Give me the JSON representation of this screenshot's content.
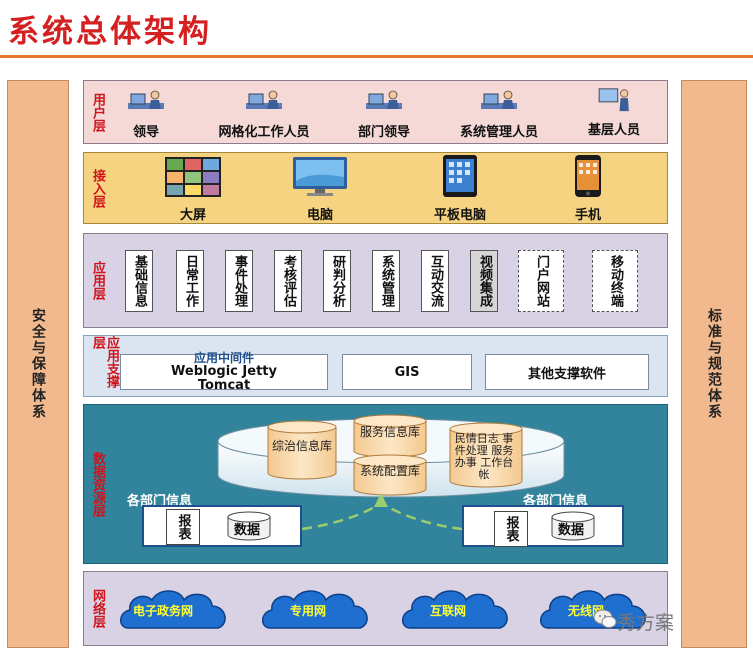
{
  "page": {
    "title": "系统总体架构"
  },
  "sides": {
    "left": "安全与保障体系",
    "right": "标准与规范体系"
  },
  "layers": {
    "user": {
      "label": "用户层",
      "items": [
        {
          "label": "领导"
        },
        {
          "label": "网格化工作人员"
        },
        {
          "label": "部门领导"
        },
        {
          "label": "系统管理人员"
        },
        {
          "label": "基层人员"
        }
      ]
    },
    "access": {
      "label": "接入层",
      "items": [
        {
          "label": "大屏",
          "icon": "big-screen-icon"
        },
        {
          "label": "电脑",
          "icon": "computer-monitor-icon"
        },
        {
          "label": "平板电脑",
          "icon": "tablet-icon"
        },
        {
          "label": "手机",
          "icon": "mobile-phone-icon"
        }
      ]
    },
    "app": {
      "label": "应用层",
      "items": [
        {
          "label": "基础信息"
        },
        {
          "label": "日常工作"
        },
        {
          "label": "事件处理"
        },
        {
          "label": "考核评估"
        },
        {
          "label": "研判分析"
        },
        {
          "label": "系统管理"
        },
        {
          "label": "互动交流"
        },
        {
          "label": "视频集成"
        },
        {
          "label": "门户网站"
        },
        {
          "label": "移动终端"
        }
      ]
    },
    "support": {
      "label": "应用支撑层",
      "middleware_title": "应用中间件",
      "middleware_body": "Weblogic Jetty Tomcat",
      "gis": "GIS",
      "other": "其他支撑软件"
    },
    "data": {
      "label": "数据资源层",
      "central_dbs": [
        "综治信息库",
        "服务信息库",
        "系统配置库",
        "民情日志 事件处理 服务办事 工作台帐"
      ],
      "dept_title_left": "各部门信息",
      "dept_title_right": "各部门信息",
      "report": "报表",
      "data": "数据"
    },
    "network": {
      "label": "网络层",
      "items": [
        {
          "label": "电子政务网"
        },
        {
          "label": "专用网"
        },
        {
          "label": "互联网"
        },
        {
          "label": "无线网"
        }
      ]
    }
  },
  "watermark": "秀方案",
  "colors": {
    "title": "#d42020",
    "layer_label": "#d0141c",
    "side": "#f2b98e",
    "data_layer": "#31849b",
    "cloud": "#1f6fd1",
    "cloud_text": "#ffff33"
  }
}
